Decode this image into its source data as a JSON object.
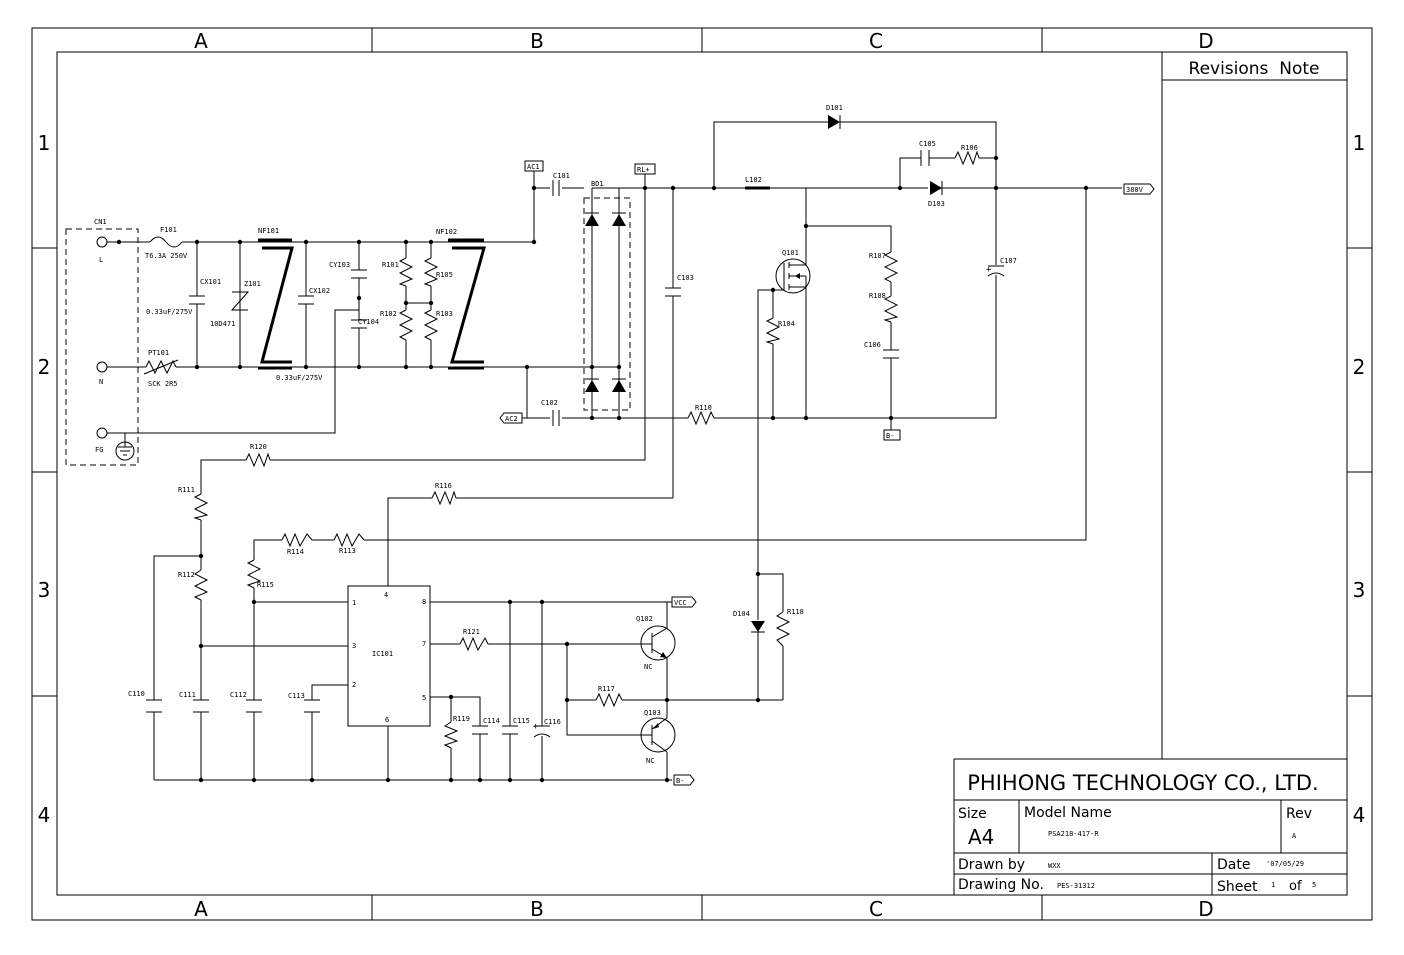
{
  "border": {
    "cols": [
      "A",
      "B",
      "C",
      "D"
    ],
    "rows": [
      "1",
      "2",
      "3",
      "4"
    ]
  },
  "revisions_note": "Revisions  Note",
  "title_block": {
    "company": "PHIHONG TECHNOLOGY CO., LTD.",
    "size_label": "Size",
    "size_value": "A4",
    "model_label": "Model Name",
    "model_value": "PSA218-417-R",
    "rev_label": "Rev",
    "rev_value": "A",
    "drawn_label": "Drawn by",
    "drawn_value": "WXX",
    "date_label": "Date",
    "date_value": "'07/05/29",
    "drawing_no_label": "Drawing No.",
    "drawing_no_value": "PES-31312",
    "sheet_label": "Sheet",
    "sheet_value": "1",
    "of_label": "of",
    "of_value": "5"
  },
  "labels": {
    "CN1": "CN1",
    "L": "L",
    "N": "N",
    "FG": "FG",
    "F101": "F101",
    "F101v": "T6.3A 250V",
    "PT101": "PT101",
    "PT101v": "SCK 2R5",
    "CX101": "CX101",
    "CX101v": "0.33uF/275V",
    "Z101": "Z101",
    "Z101v": "10D471",
    "NF101": "NF101",
    "CX102": "CX102",
    "CX102v": "0.33uF/275V",
    "CY103": "CY103",
    "CY104": "CY104",
    "R101": "R101",
    "R102": "R102",
    "R103": "R103",
    "R105": "R105",
    "NF102": "NF102",
    "AC1": "AC1",
    "AC2": "AC2",
    "C101": "C101",
    "C102": "C102",
    "BD1": "BD1",
    "RLp": "RL+",
    "C103": "C103",
    "R110": "R110",
    "L102": "L102",
    "D101": "D101",
    "C105": "C105",
    "R106": "R106",
    "D103": "D103",
    "V380": "380V",
    "Q101": "Q101",
    "R104": "R104",
    "R107": "R107",
    "R108": "R108",
    "C106": "C106",
    "C107": "C107",
    "Bm1": "B-",
    "R120": "R120",
    "R111": "R111",
    "R116": "R116",
    "R114": "R114",
    "R113": "R113",
    "R112": "R112",
    "R115": "R115",
    "IC101": "IC101",
    "p1": "1",
    "p2": "2",
    "p3": "3",
    "p4": "4",
    "p5": "5",
    "p6": "6",
    "p7": "7",
    "p8": "8",
    "VCC": "VCC",
    "R121": "R121",
    "Q102": "Q102",
    "NC1": "NC",
    "R117": "R117",
    "Q103": "Q103",
    "NC2": "NC",
    "D104": "D104",
    "R118": "R118",
    "C110": "C110",
    "C111": "C111",
    "C112": "C112",
    "C113": "C113",
    "R119": "R119",
    "C114": "C114",
    "C115": "C115",
    "C116": "C116",
    "Bm2": "B-"
  }
}
